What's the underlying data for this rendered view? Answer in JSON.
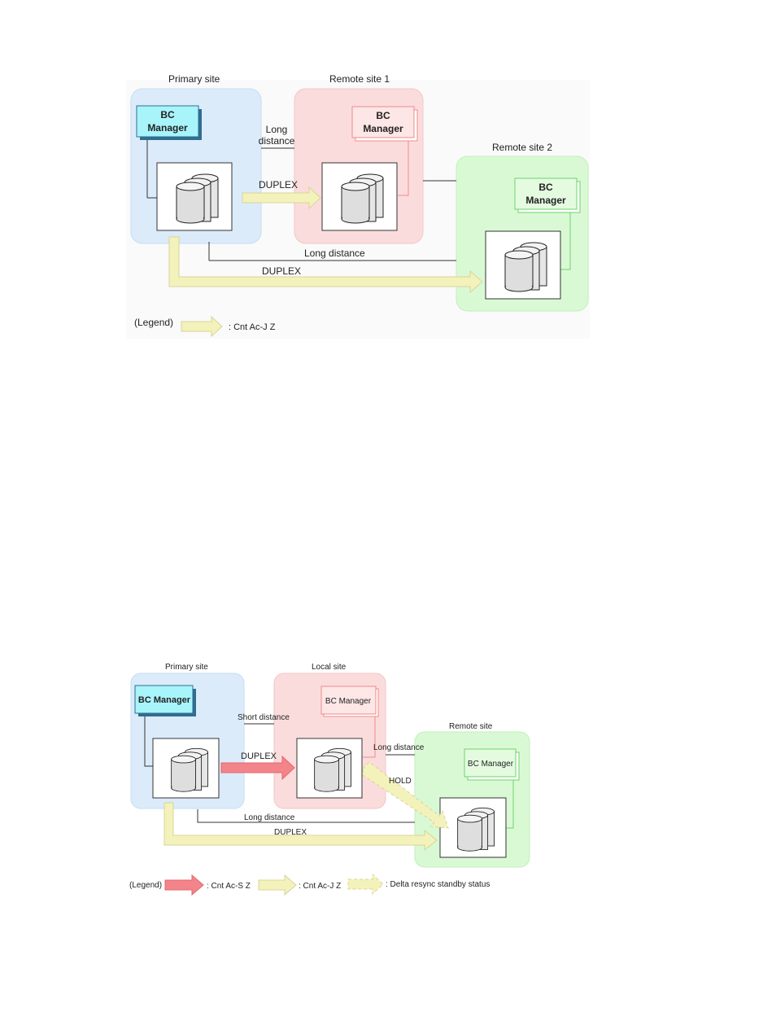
{
  "diagram1": {
    "sites": {
      "primary": "Primary site",
      "remote1": "Remote site 1",
      "remote2": "Remote site 2"
    },
    "manager_line1": "BC",
    "manager_line2": "Manager",
    "link_long_distance_1": "Long",
    "link_long_distance_2": "distance",
    "link_long_distance": "Long distance",
    "duplex_1": "DUPLEX",
    "duplex_2": "DUPLEX",
    "legend_label": "(Legend)",
    "legend_item": ": Cnt Ac-J Z"
  },
  "diagram2": {
    "sites": {
      "primary": "Primary site",
      "local": "Local site",
      "remote": "Remote site"
    },
    "manager": "BC Manager",
    "short_distance": "Short distance",
    "long_distance_1": "Long distance",
    "long_distance_2": "Long distance",
    "duplex_1": "DUPLEX",
    "duplex_2": "DUPLEX",
    "hold": "HOLD",
    "legend_label": "(Legend)",
    "legend_items": [
      ": Cnt Ac-S Z",
      ": Cnt Ac-J Z",
      ": Delta resync standby status"
    ]
  },
  "colors": {
    "primary_fill": "#dcebfa",
    "remote1_fill": "#fbdcdc",
    "remote2_fill": "#d9f9d4",
    "manager_primary": "#a8f4fb",
    "ac_j_arrow": "#f3f2bb",
    "ac_s_arrow": "#f2848a"
  }
}
